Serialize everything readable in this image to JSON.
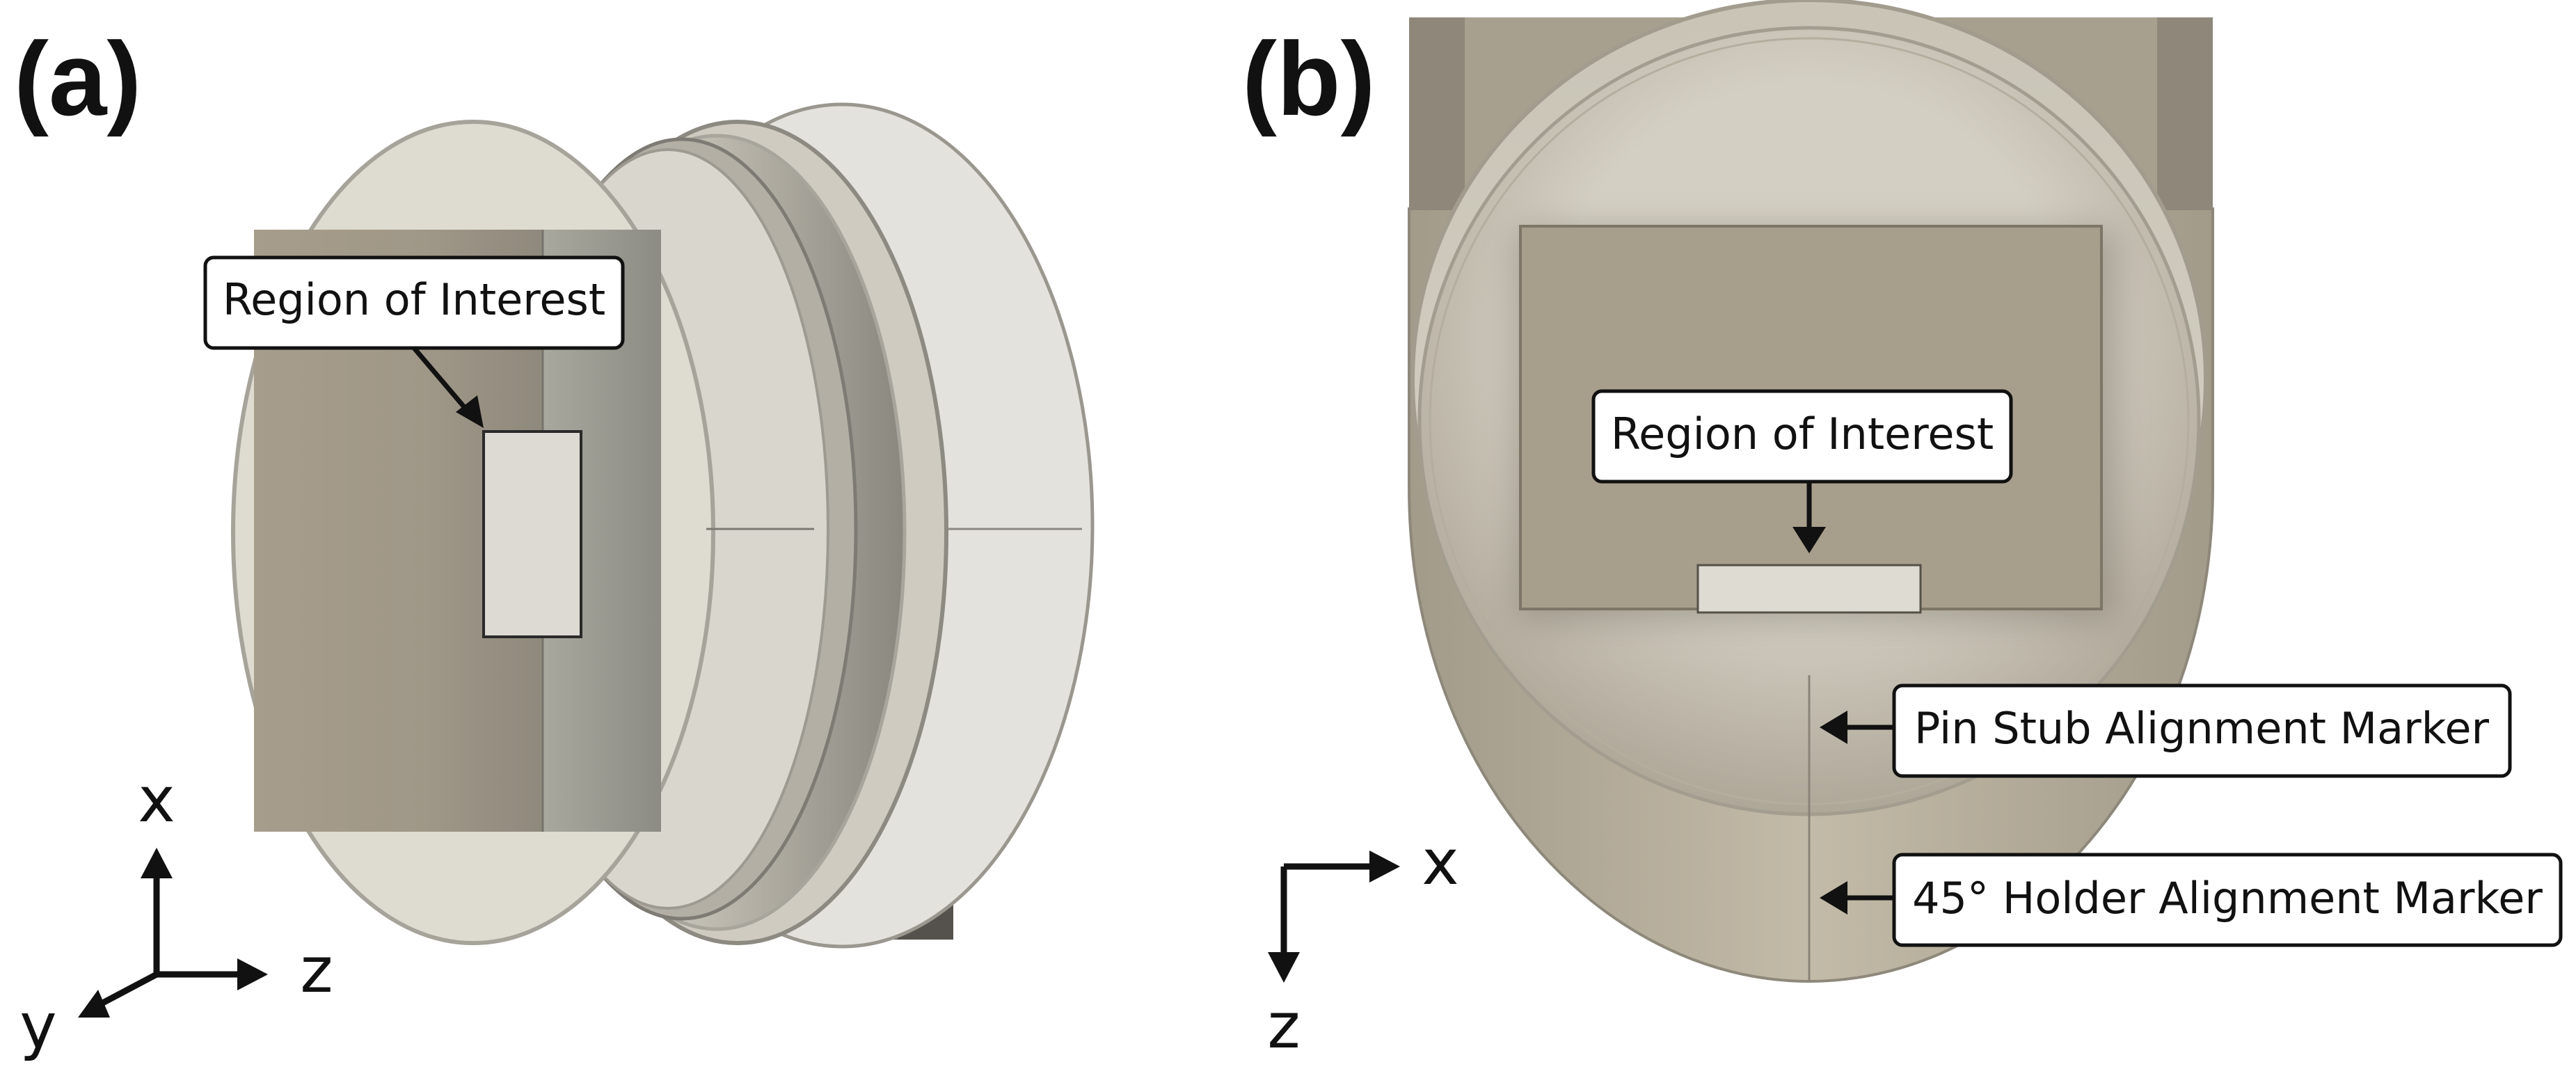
{
  "panels": [
    {
      "label": "(a)",
      "callouts": [
        {
          "text": "Region of Interest"
        }
      ],
      "axes": {
        "up": "x",
        "right": "z",
        "diag": "y"
      }
    },
    {
      "label": "(b)",
      "callouts": [
        {
          "text": "Region of Interest"
        },
        {
          "text": "Pin Stub Alignment Marker"
        },
        {
          "text": "45° Holder Alignment Marker"
        }
      ],
      "axes": {
        "right": "x",
        "down": "z"
      }
    }
  ],
  "colors": {
    "callout_border": "#111111",
    "callout_fill": "#ffffff",
    "block_tan": "#a89e8e",
    "disc_light": "#ddd9cf",
    "cup_tan": "#b5ab98"
  }
}
